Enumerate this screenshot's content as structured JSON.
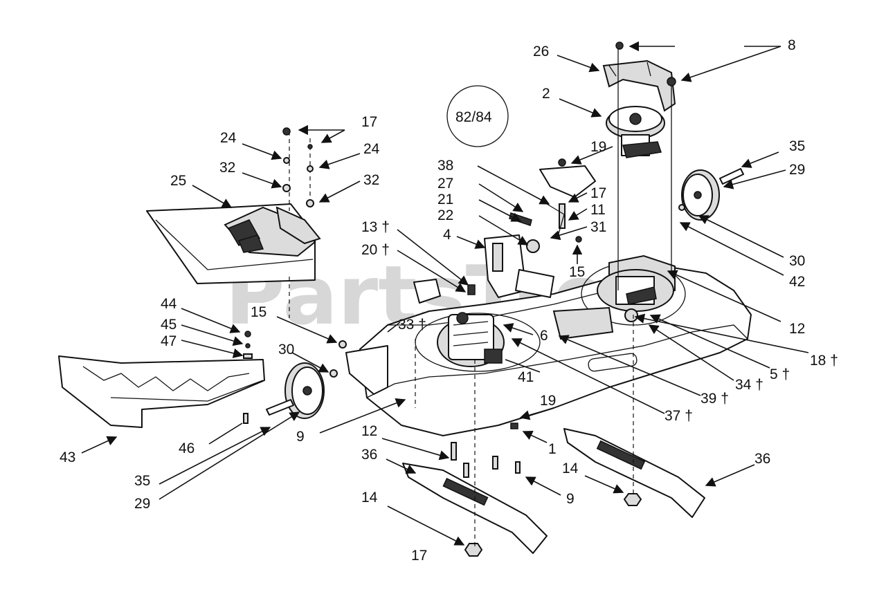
{
  "watermark": "PartsTree",
  "model_badge": "82/84",
  "callouts": [
    {
      "id": "c-8",
      "text": "8"
    },
    {
      "id": "c-26",
      "text": "26"
    },
    {
      "id": "c-2",
      "text": "2"
    },
    {
      "id": "c-17a",
      "text": "17"
    },
    {
      "id": "c-24a",
      "text": "24"
    },
    {
      "id": "c-24b",
      "text": "24"
    },
    {
      "id": "c-32a",
      "text": "32"
    },
    {
      "id": "c-32b",
      "text": "32"
    },
    {
      "id": "c-25",
      "text": "25"
    },
    {
      "id": "c-19a",
      "text": "19"
    },
    {
      "id": "c-35a",
      "text": "35"
    },
    {
      "id": "c-29a",
      "text": "29"
    },
    {
      "id": "c-38",
      "text": "38"
    },
    {
      "id": "c-27",
      "text": "27"
    },
    {
      "id": "c-21",
      "text": "21"
    },
    {
      "id": "c-22",
      "text": "22"
    },
    {
      "id": "c-17b",
      "text": "17"
    },
    {
      "id": "c-11",
      "text": "11"
    },
    {
      "id": "c-31",
      "text": "31"
    },
    {
      "id": "c-4",
      "text": "4"
    },
    {
      "id": "c-13",
      "text": "13 †"
    },
    {
      "id": "c-20",
      "text": "20 †"
    },
    {
      "id": "c-15a",
      "text": "15"
    },
    {
      "id": "c-30a",
      "text": "30"
    },
    {
      "id": "c-42",
      "text": "42"
    },
    {
      "id": "c-12a",
      "text": "12"
    },
    {
      "id": "c-44",
      "text": "44"
    },
    {
      "id": "c-45",
      "text": "45"
    },
    {
      "id": "c-47",
      "text": "47"
    },
    {
      "id": "c-15b",
      "text": "15"
    },
    {
      "id": "c-33",
      "text": "33 †"
    },
    {
      "id": "c-6",
      "text": "6"
    },
    {
      "id": "c-18",
      "text": "18 †"
    },
    {
      "id": "c-5",
      "text": "5 †"
    },
    {
      "id": "c-34",
      "text": "34 †"
    },
    {
      "id": "c-30b",
      "text": "30"
    },
    {
      "id": "c-41",
      "text": "41"
    },
    {
      "id": "c-39",
      "text": "39 †"
    },
    {
      "id": "c-37",
      "text": "37 †"
    },
    {
      "id": "c-19b",
      "text": "19"
    },
    {
      "id": "c-9a",
      "text": "9"
    },
    {
      "id": "c-43",
      "text": "43"
    },
    {
      "id": "c-46",
      "text": "46"
    },
    {
      "id": "c-12b",
      "text": "12"
    },
    {
      "id": "c-1",
      "text": "1"
    },
    {
      "id": "c-36a",
      "text": "36"
    },
    {
      "id": "c-36b",
      "text": "36"
    },
    {
      "id": "c-14a",
      "text": "14"
    },
    {
      "id": "c-9b",
      "text": "9"
    },
    {
      "id": "c-35b",
      "text": "35"
    },
    {
      "id": "c-29b",
      "text": "29"
    },
    {
      "id": "c-14b",
      "text": "14"
    },
    {
      "id": "c-17c",
      "text": "17"
    }
  ]
}
